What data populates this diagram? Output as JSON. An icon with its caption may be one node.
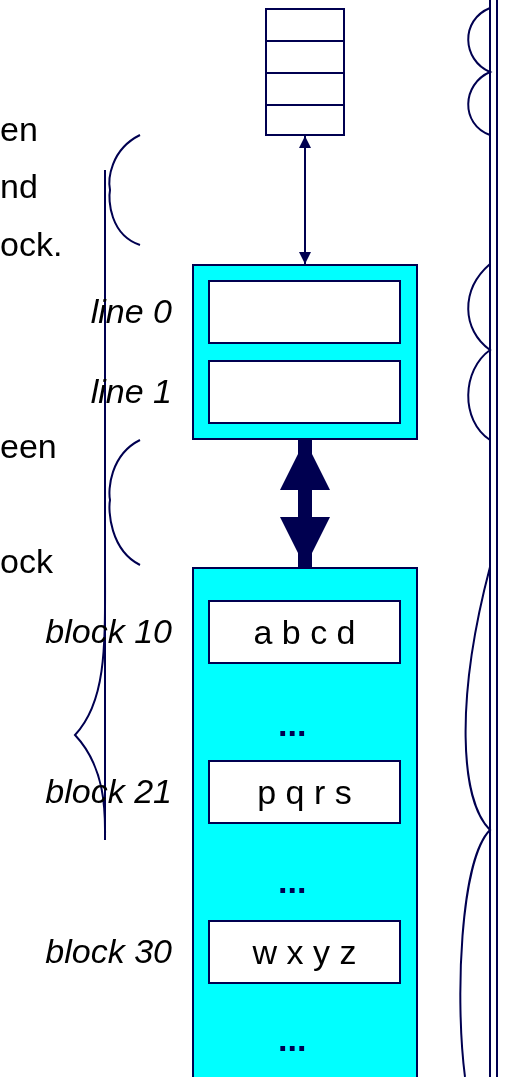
{
  "diagram": {
    "nodes": [
      {
        "text": [],
        "shape": "box"
      },
      {
        "text": [],
        "shape": "box"
      },
      {
        "text": [],
        "shape": "box",
        "in": 1,
        "beside": [
          "line 0"
        ]
      },
      {
        "text": [],
        "shape": "box",
        "in": 1,
        "beside": [
          "line 1"
        ]
      },
      {
        "text": [],
        "shape": "box"
      },
      {
        "text": [
          "a b c d"
        ],
        "in": 4,
        "beside": [
          "block 10"
        ]
      },
      {
        "text": [
          "p q r s"
        ],
        "in": 4,
        "beside": [
          "block 21"
        ]
      },
      {
        "text": [
          "w x y z"
        ],
        "in": 4,
        "beside": [
          "block 30"
        ]
      }
    ],
    "edges": [
      {
        "from": 0,
        "to": 1,
        "arrow": "both"
      },
      {
        "from": 1,
        "to": 4,
        "arrow": "both",
        "style": "thick"
      }
    ],
    "labels": [
      "en",
      "nd",
      "ock.",
      "een",
      "ock",
      "...",
      "...",
      "..."
    ]
  }
}
